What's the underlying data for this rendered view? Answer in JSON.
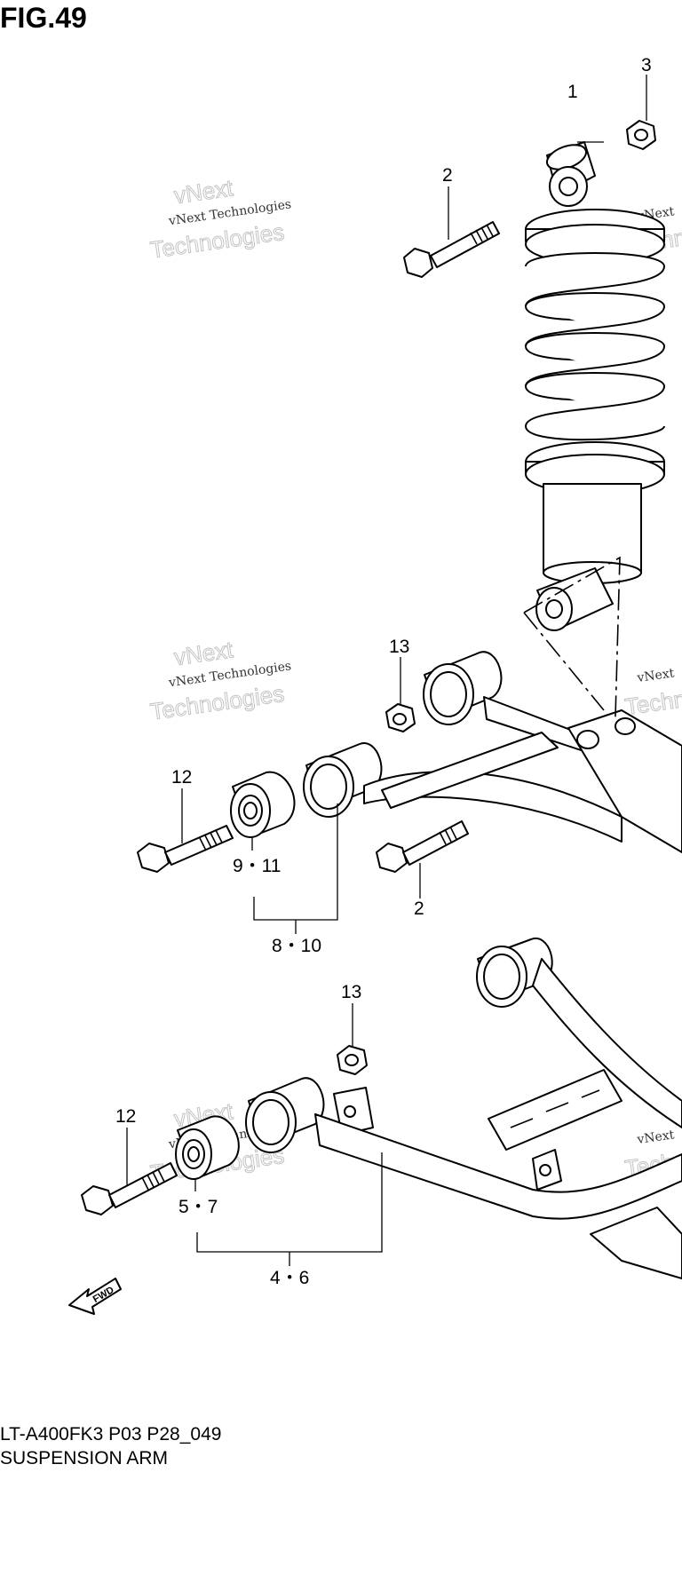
{
  "figure": {
    "title": "FIG.49",
    "code": "LT-A400FK3 P03 P28_049",
    "name": "SUSPENSION ARM"
  },
  "watermark": {
    "line1": "vNext Technologies",
    "line2": "Technologies",
    "line3": "vNext"
  },
  "callouts": {
    "c1": "1",
    "c2_top": "2",
    "c3": "3",
    "c13_upper": "13",
    "c12_upper": "12",
    "c9_11": "9・11",
    "c2_mid": "2",
    "c8_10": "8・10",
    "c13_lower": "13",
    "c12_lower": "12",
    "c5_7": "5・7",
    "c4_6": "4・6"
  },
  "fwd_arrow": {
    "text": "FWD"
  }
}
